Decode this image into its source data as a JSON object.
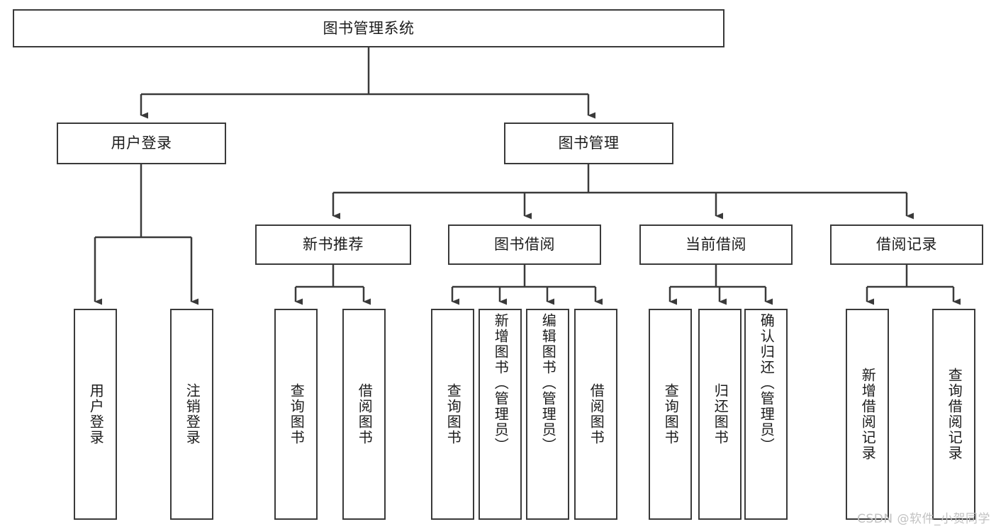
{
  "diagram": {
    "type": "tree-hierarchy-chart",
    "title_node": "图书管理系统",
    "colors": {
      "stroke": "#3a3a3a",
      "fill": "#ffffff",
      "text": "#1c1c1c",
      "watermark": "#c2c2c2"
    }
  },
  "nodes": {
    "root": {
      "label": "图书管理系统"
    },
    "level2": [
      {
        "label": "用户登录"
      },
      {
        "label": "图书管理"
      }
    ],
    "level3": [
      {
        "label": "新书推荐"
      },
      {
        "label": "图书借阅"
      },
      {
        "label": "当前借阅"
      },
      {
        "label": "借阅记录"
      }
    ],
    "leaves": {
      "user_login": [
        {
          "label": "用户登录"
        },
        {
          "label": "注销登录"
        }
      ],
      "new_book_recommend": [
        {
          "label": "查询图书"
        },
        {
          "label": "借阅图书"
        }
      ],
      "book_borrow": [
        {
          "label": "查询图书"
        },
        {
          "label": "新增图书（管理员）"
        },
        {
          "label": "编辑图书（管理员）"
        },
        {
          "label": "借阅图书"
        }
      ],
      "current_borrow": [
        {
          "label": "查询图书"
        },
        {
          "label": "归还图书"
        },
        {
          "label": "确认归还（管理员）"
        }
      ],
      "borrow_records": [
        {
          "label": "新增借阅记录"
        },
        {
          "label": "查询借阅记录"
        }
      ]
    }
  },
  "watermark": {
    "text": "CSDN @软件_小贺同学"
  }
}
